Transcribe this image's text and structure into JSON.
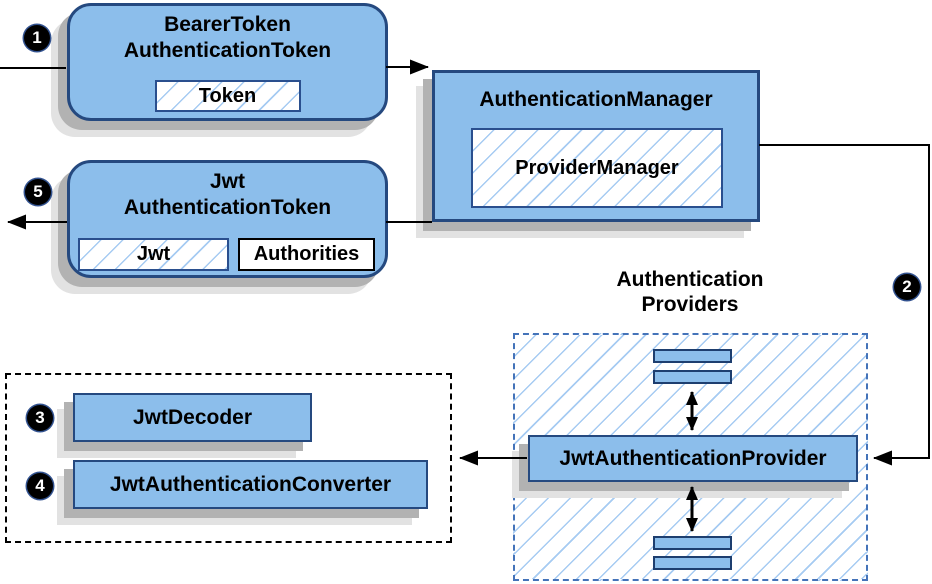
{
  "colors": {
    "node_fill": "#8cbeeb",
    "node_border": "#25497f",
    "hatch_line": "#a6cbf2",
    "dashed_blue_border": "#4473b9",
    "dashed_black_border": "#000000",
    "connector": "#000000",
    "shadow_dark": "#b2b2b2",
    "shadow_light": "#e2e2e2",
    "badge_bg": "#000000",
    "badge_text": "#ffffff"
  },
  "nodes": {
    "bearer_token": {
      "title_line1": "BearerToken",
      "title_line2": "AuthenticationToken",
      "inner": "Token"
    },
    "authentication_manager": {
      "title": "AuthenticationManager",
      "inner": "ProviderManager"
    },
    "jwt_token": {
      "title_line1": "Jwt",
      "title_line2": "AuthenticationToken",
      "inner_left": "Jwt",
      "inner_right": "Authorities"
    },
    "providers_group": {
      "label_line1": "Authentication",
      "label_line2": "Providers"
    },
    "jwt_authentication_provider": {
      "title": "JwtAuthenticationProvider"
    },
    "jwt_decoder": {
      "title": "JwtDecoder"
    },
    "jwt_authentication_converter": {
      "title": "JwtAuthenticationConverter"
    }
  },
  "badges": {
    "step1": "1",
    "step2": "2",
    "step3": "3",
    "step4": "4",
    "step5": "5"
  }
}
